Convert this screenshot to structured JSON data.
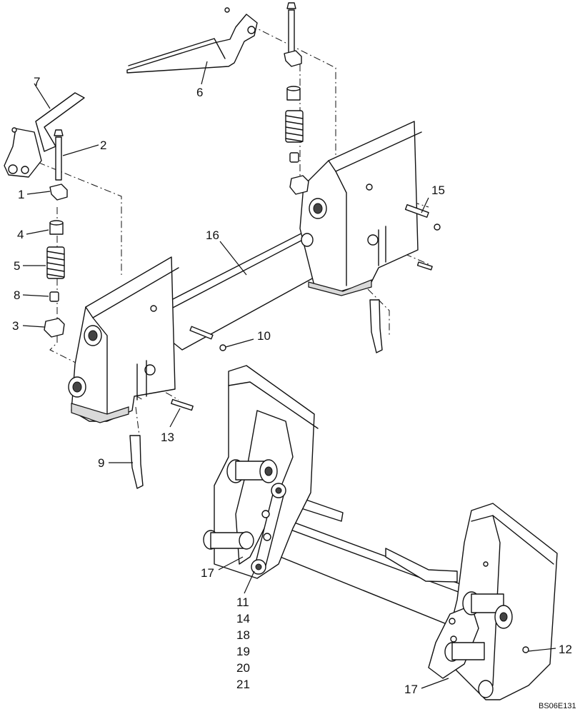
{
  "callouts": {
    "c1": "1",
    "c2": "2",
    "c3": "3",
    "c4": "4",
    "c5": "5",
    "c6": "6",
    "c7": "7",
    "c8": "8",
    "c9": "9",
    "c10": "10",
    "c12": "12",
    "c13": "13",
    "c15": "15",
    "c16": "16",
    "c17a": "17",
    "c17b": "17"
  },
  "callout_stack": [
    "11",
    "14",
    "18",
    "19",
    "20",
    "21"
  ],
  "reference_code": "BS06E131"
}
